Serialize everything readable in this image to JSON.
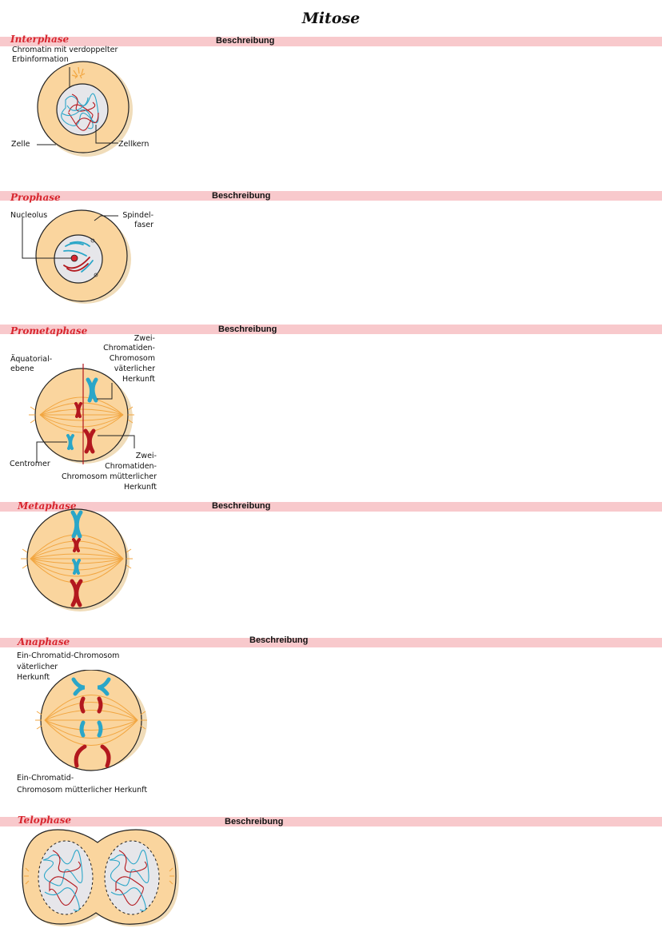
{
  "title": "Mitose",
  "colors": {
    "band": "#f8c9cc",
    "phase_label": "#d8262f",
    "cytoplasm": "#fad59e",
    "nucleus": "#e6e6ea",
    "chromosome_paternal": "#2aa6c8",
    "chromosome_maternal": "#b3181e",
    "spindle": "#f2a641"
  },
  "sections": [
    {
      "phase": "Interphase",
      "description_header": "Beschreibung",
      "labels": {
        "chromatin": "Chromatin mit verdoppelter",
        "chromatin2": "Erbinformation",
        "cell": "Zelle",
        "nucleus": "Zellkern"
      }
    },
    {
      "phase": "Prophase",
      "description_header": "Beschreibung",
      "labels": {
        "nucleolus": "Nucleolus",
        "spindle1": "Spindel-",
        "spindle2": "faser"
      }
    },
    {
      "phase": "Prometaphase",
      "description_header": "Beschreibung",
      "labels": {
        "paternal1": "Zwei-",
        "paternal2": "Chromatiden-",
        "paternal3": "Chromosom",
        "paternal4": "väterlicher",
        "paternal5": "Herkunft",
        "plane1": "Äquatorial-",
        "plane2": "ebene",
        "centromere": "Centromer",
        "maternal1": "Zwei-",
        "maternal2": "Chromatiden-",
        "maternal3": "Chromosom mütterlicher",
        "maternal4": "Herkunft"
      }
    },
    {
      "phase": "Metaphase",
      "description_header": "Beschreibung"
    },
    {
      "phase": "Anaphase",
      "description_header": "Beschreibung",
      "labels": {
        "paternal1": "Ein-Chromatid-Chromosom",
        "paternal2": "väterlicher",
        "paternal3": "Herkunft",
        "maternal1": "Ein-Chromatid-",
        "maternal2": "Chromosom mütterlicher Herkunft"
      }
    },
    {
      "phase": "Telophase",
      "description_header": "Beschreibung"
    }
  ]
}
